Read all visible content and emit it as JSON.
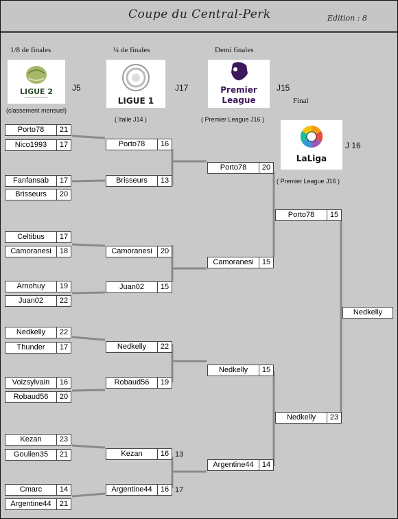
{
  "header": {
    "title": "Coupe du Central-Perk",
    "edition": "Edition : 8"
  },
  "rounds": {
    "r1": {
      "label": "1/8 de finales",
      "journee": "J5",
      "league": "LIGUE 2",
      "note": "(classement mensuel)"
    },
    "r2": {
      "label": "¼ de finales",
      "journee": "J17",
      "league": "LIGUE 1",
      "note": "( Italie J14 )"
    },
    "r3": {
      "label": "Demi finales",
      "journee": "J15",
      "league_line1": "Premier",
      "league_line2": "League",
      "note": "( Premier League J16 )"
    },
    "r4": {
      "label": "Final",
      "journee": "J 16",
      "league": "LaLiga",
      "note": "( Premier League J16 )"
    }
  },
  "matches": {
    "r16": [
      {
        "a": "Porto78",
        "sa": "21",
        "b": "Nico1993",
        "sb": "17"
      },
      {
        "a": "Fanfansab",
        "sa": "17",
        "b": "Brisseurs",
        "sb": "20"
      },
      {
        "a": "Celtibus",
        "sa": "17",
        "b": "Camoranesi",
        "sb": "18"
      },
      {
        "a": "Arnohuy",
        "sa": "19",
        "b": "Juan02",
        "sb": "22"
      },
      {
        "a": "Nedkelly",
        "sa": "22",
        "b": "Thunder",
        "sb": "17"
      },
      {
        "a": "Voizsylvain",
        "sa": "16",
        "b": "Robaud56",
        "sb": "20"
      },
      {
        "a": "Kezan",
        "sa": "23",
        "b": "Goulien35",
        "sb": "21"
      },
      {
        "a": "Cmarc",
        "sa": "14",
        "b": "Argentine44",
        "sb": "21"
      }
    ],
    "qf": [
      {
        "n": "Porto78",
        "s": "16"
      },
      {
        "n": "Brisseurs",
        "s": "13"
      },
      {
        "n": "Camoranesi",
        "s": "20"
      },
      {
        "n": "Juan02",
        "s": "15"
      },
      {
        "n": "Nedkelly",
        "s": "22"
      },
      {
        "n": "Robaud56",
        "s": "19"
      },
      {
        "n": "Kezan",
        "s": "16",
        "extra": "13"
      },
      {
        "n": "Argentine44",
        "s": "16",
        "extra": "17"
      }
    ],
    "sf": [
      {
        "n": "Porto78",
        "s": "20"
      },
      {
        "n": "Camoranesi",
        "s": "15"
      },
      {
        "n": "Nedkelly",
        "s": "15"
      },
      {
        "n": "Argentine44",
        "s": "14"
      }
    ],
    "final": [
      {
        "n": "Porto78",
        "s": "15"
      },
      {
        "n": "Nedkelly",
        "s": "23"
      }
    ],
    "winner": {
      "n": "Nedkelly"
    }
  },
  "colors": {
    "bg": "#c9c9c9",
    "line": "#888888",
    "box_border": "#444444"
  }
}
